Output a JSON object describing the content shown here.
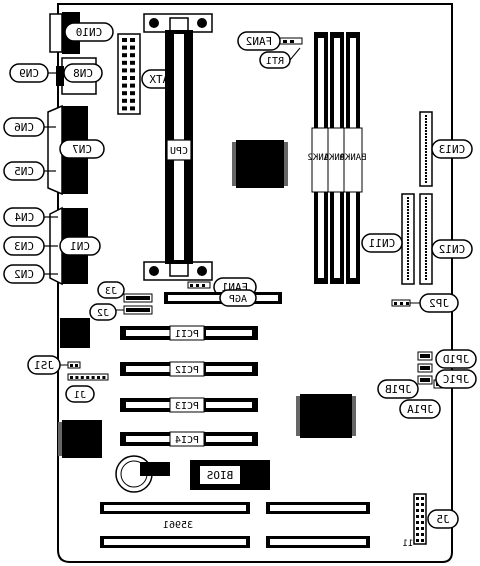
{
  "labels": {
    "cn10": "CN10",
    "cn9": "CN9",
    "cn8": "CN8",
    "cn6": "CN6",
    "cn7": "CN7",
    "cn5": "CN5",
    "cn4": "CN4",
    "cn1": "CN1",
    "cn3": "CN3",
    "cn2": "CN2",
    "atx": "ATX",
    "cpu": "CPU",
    "fan2": "FAN2",
    "rt1": "RT1",
    "cn13": "CN13",
    "cn11": "CN11",
    "cn12": "CN12",
    "bank2": "BANK2",
    "bank1": "BANK1",
    "bank0": "BANK0",
    "fan1": "FAN1",
    "agp": "AGP",
    "j3": "J3",
    "j2": "J2",
    "jp2": "JP2",
    "pci1": "PCI1",
    "pci2": "PCI2",
    "pci3": "PCI3",
    "pci4": "PCI4",
    "js1": "JS1",
    "j1": "J1",
    "jp1d": "JP1D",
    "jp1c": "JP1C",
    "jp1b": "JP1B",
    "jp1a": "JP1A",
    "bios": "BIOS",
    "j5": "J5",
    "board_id": "35961",
    "pin1": "11"
  }
}
